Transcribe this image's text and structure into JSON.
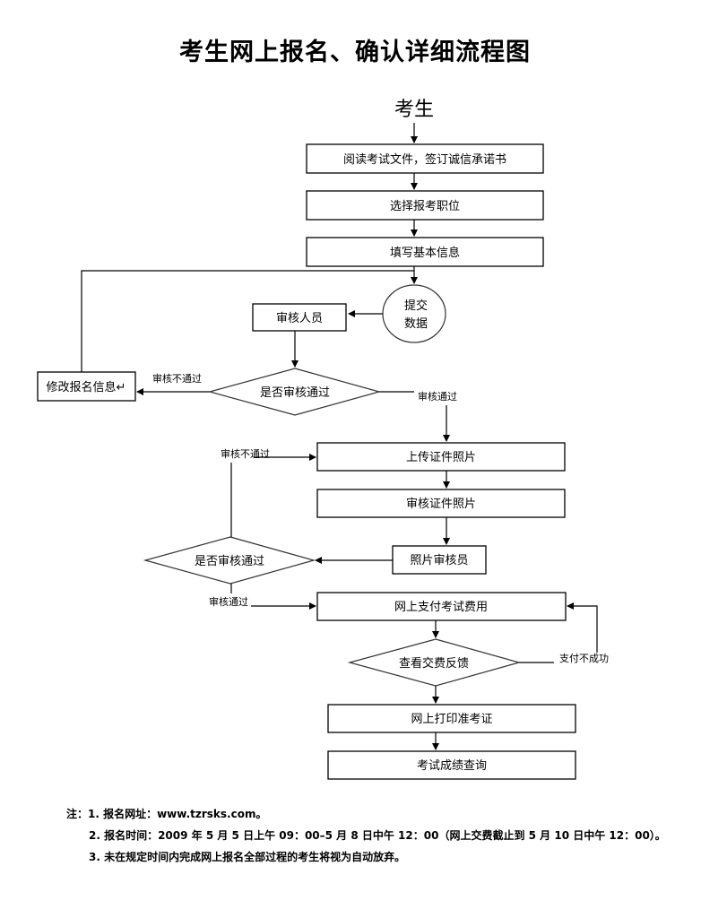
{
  "title": "考生网上报名、确认详细流程图",
  "nodes": {
    "start": "考生",
    "read_docs": "阅读考试文件，签订诚信承诺书",
    "select_position": "选择报考职位",
    "fill_info": "填写基本信息",
    "submit_line1": "提交",
    "submit_line2": "数据",
    "reviewer": "审核人员",
    "decision1": "是否审核通过",
    "modify_info": "修改报名信息↵",
    "upload_photo": "上传证件照片",
    "review_photo": "审核证件照片",
    "photo_reviewer": "照片审核员",
    "decision2": "是否审核通过",
    "pay_fee": "网上支付考试费用",
    "check_payment": "查看交费反馈",
    "print_ticket": "网上打印准考证",
    "score_query": "考试成绩查询"
  },
  "edges": {
    "d1_fail": "审核不通过",
    "d1_pass": "审核通过",
    "d2_fail": "审核不通过",
    "d2_pass": "审核通过",
    "pay_fail": "支付不成功"
  },
  "notes": [
    "注：1. 报名网址：www.tzrsks.com。",
    "2. 报名时间：2009 年 5 月 5 日上午 09：00–5 月 8 日中午 12：00（网上交费截止到 5 月 10 日中午 12：00）。",
    "3. 未在规定时间内完成网上报名全部过程的考生将视为自动放弃。"
  ]
}
